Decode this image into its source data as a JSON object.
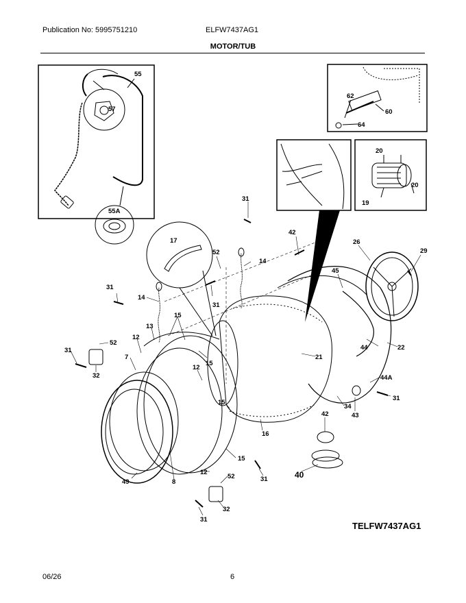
{
  "header": {
    "publication": "Publication No: 5995751210",
    "model": "ELFW7437AG1",
    "section_title": "MOTOR/TUB"
  },
  "footer": {
    "model_code": "TELFW7437AG1",
    "date": "06/26",
    "page": "6"
  },
  "callouts": {
    "c55": "55",
    "c57": "57",
    "c55A": "55A",
    "c62": "62",
    "c60": "60",
    "c64": "64",
    "c20a": "20",
    "c20b": "20",
    "c19": "19",
    "c31a": "31",
    "c42a": "42",
    "c26": "26",
    "c29": "29",
    "c17": "17",
    "c52a": "52",
    "c14a": "14",
    "c45": "45",
    "c31b": "31",
    "c31c": "31",
    "c14b": "14",
    "c15a": "15",
    "c13": "13",
    "c52b": "52",
    "c31d": "31",
    "c12a": "12",
    "c7": "7",
    "c32a": "32",
    "c15b": "15",
    "c12b": "12",
    "c15c": "15",
    "c21": "21",
    "c44": "44",
    "c22": "22",
    "c44A": "44A",
    "c34": "34",
    "c31e": "31",
    "c43": "43",
    "c42b": "42",
    "c16": "16",
    "c15d": "15",
    "c49": "49",
    "c8": "8",
    "c12c": "12",
    "c52c": "52",
    "c31f": "31",
    "c40": "40",
    "c32b": "32",
    "c31g": "31"
  }
}
